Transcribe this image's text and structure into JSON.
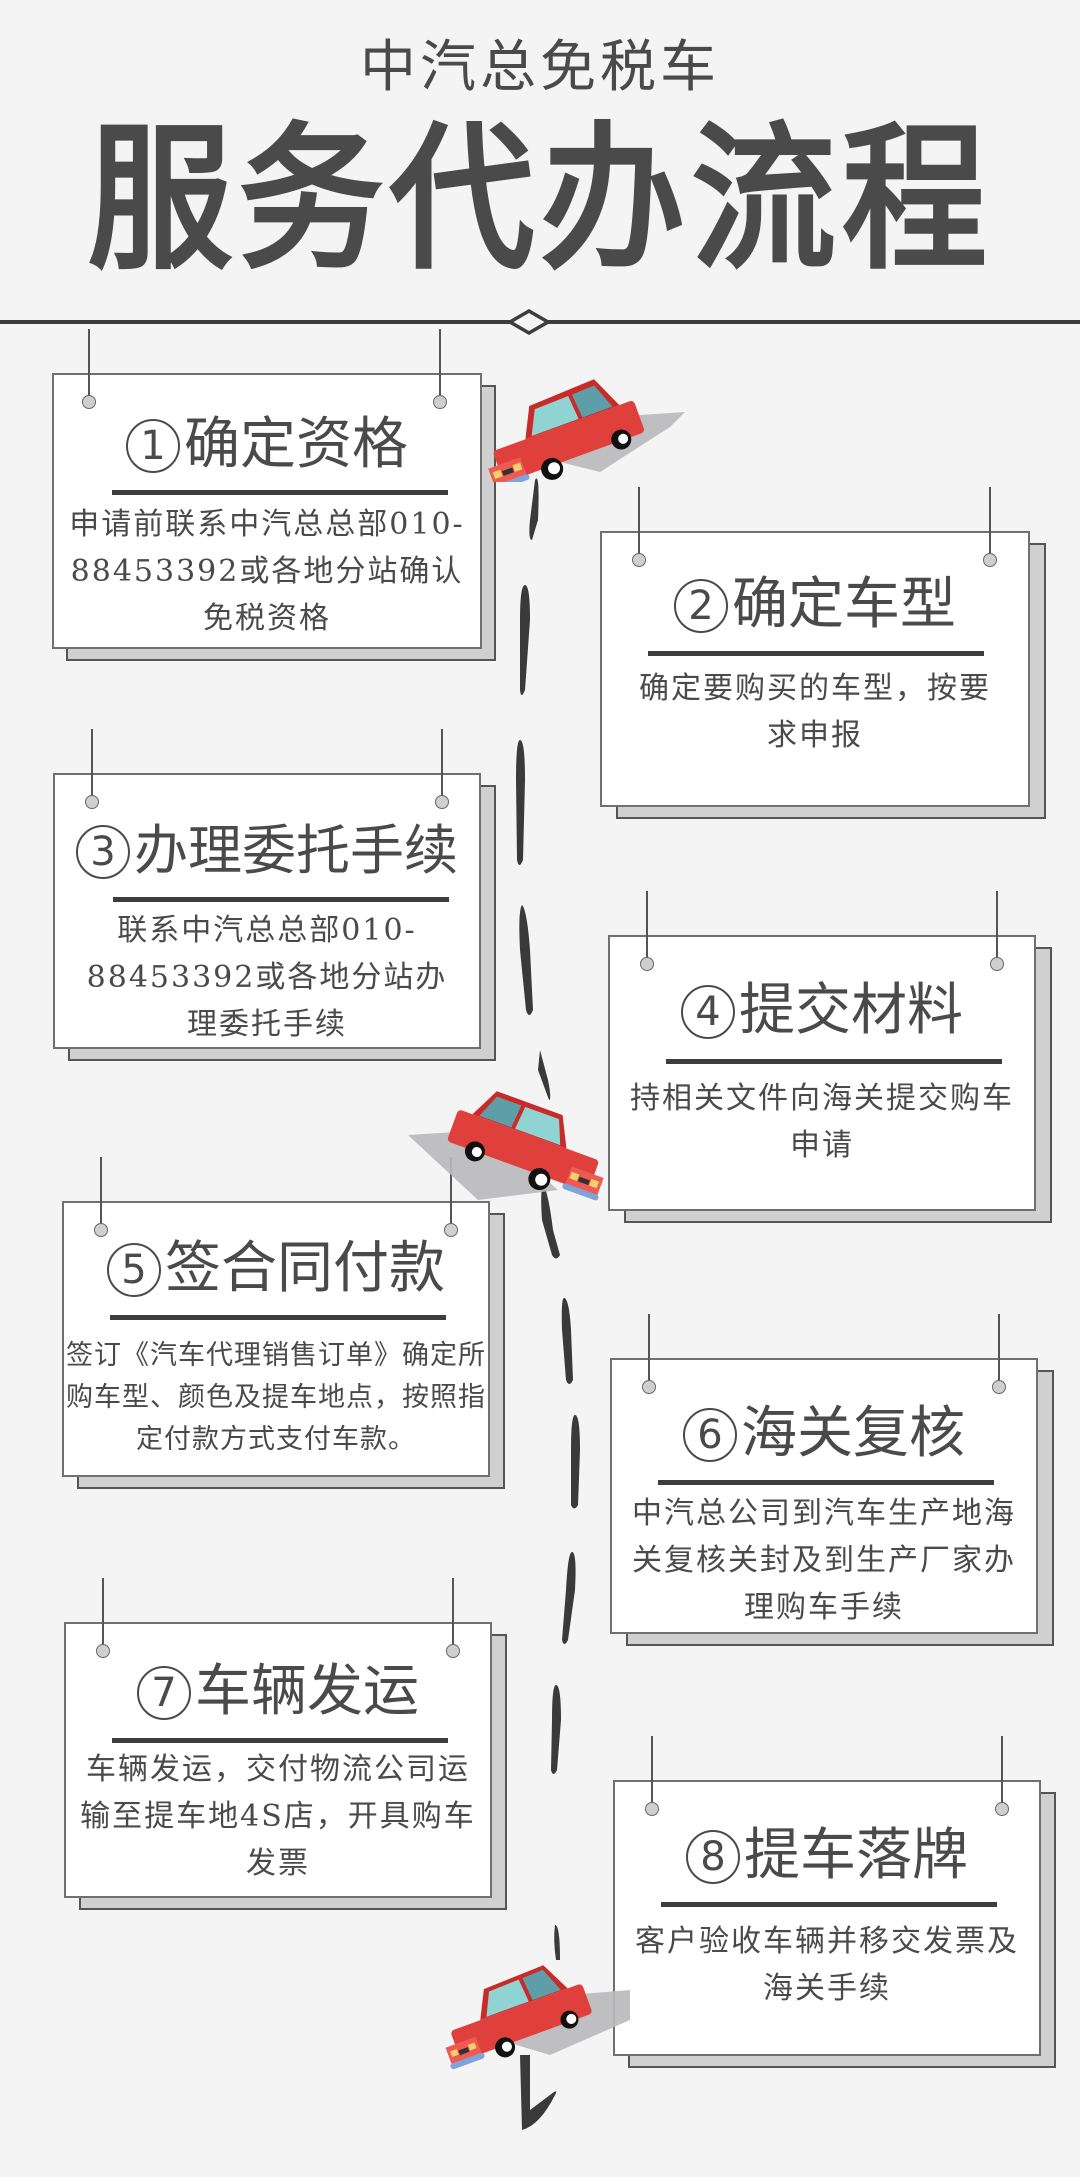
{
  "header": {
    "subtitle": "中汽总免税车",
    "title": "服务代办流程"
  },
  "colors": {
    "background": "#f4f4f4",
    "text": "#4a4a4a",
    "card": "#ffffff",
    "card_shadow": "#d0d0d0",
    "car_body": "#d9322f",
    "car_window": "#8fd3d3",
    "road": "#3a3a3a"
  },
  "steps": [
    {
      "number": "1",
      "title": "确定资格",
      "description": "申请前联系中汽总总部010-88453392或各地分站确认免税资格"
    },
    {
      "number": "2",
      "title": "确定车型",
      "description": "确定要购买的车型，按要求申报"
    },
    {
      "number": "3",
      "title": "办理委托手续",
      "description": "联系中汽总总部010-88453392或各地分站办理委托手续"
    },
    {
      "number": "4",
      "title": "提交材料",
      "description": "持相关文件向海关提交购车申请"
    },
    {
      "number": "5",
      "title": "签合同付款",
      "description": "签订《汽车代理销售订单》确定所购车型、颜色及提车地点，按照指定付款方式支付车款。"
    },
    {
      "number": "6",
      "title": "海关复核",
      "description": "中汽总公司到汽车生产地海关复核关封及到生产厂家办理购车手续"
    },
    {
      "number": "7",
      "title": "车辆发运",
      "description": "车辆发运，交付物流公司运输至提车地4S店，开具购车发票"
    },
    {
      "number": "8",
      "title": "提车落牌",
      "description": "客户验收车辆并移交发票及海关手续"
    }
  ],
  "icons": {
    "car": "red-car-illustration",
    "divider": "diamond-divider"
  }
}
